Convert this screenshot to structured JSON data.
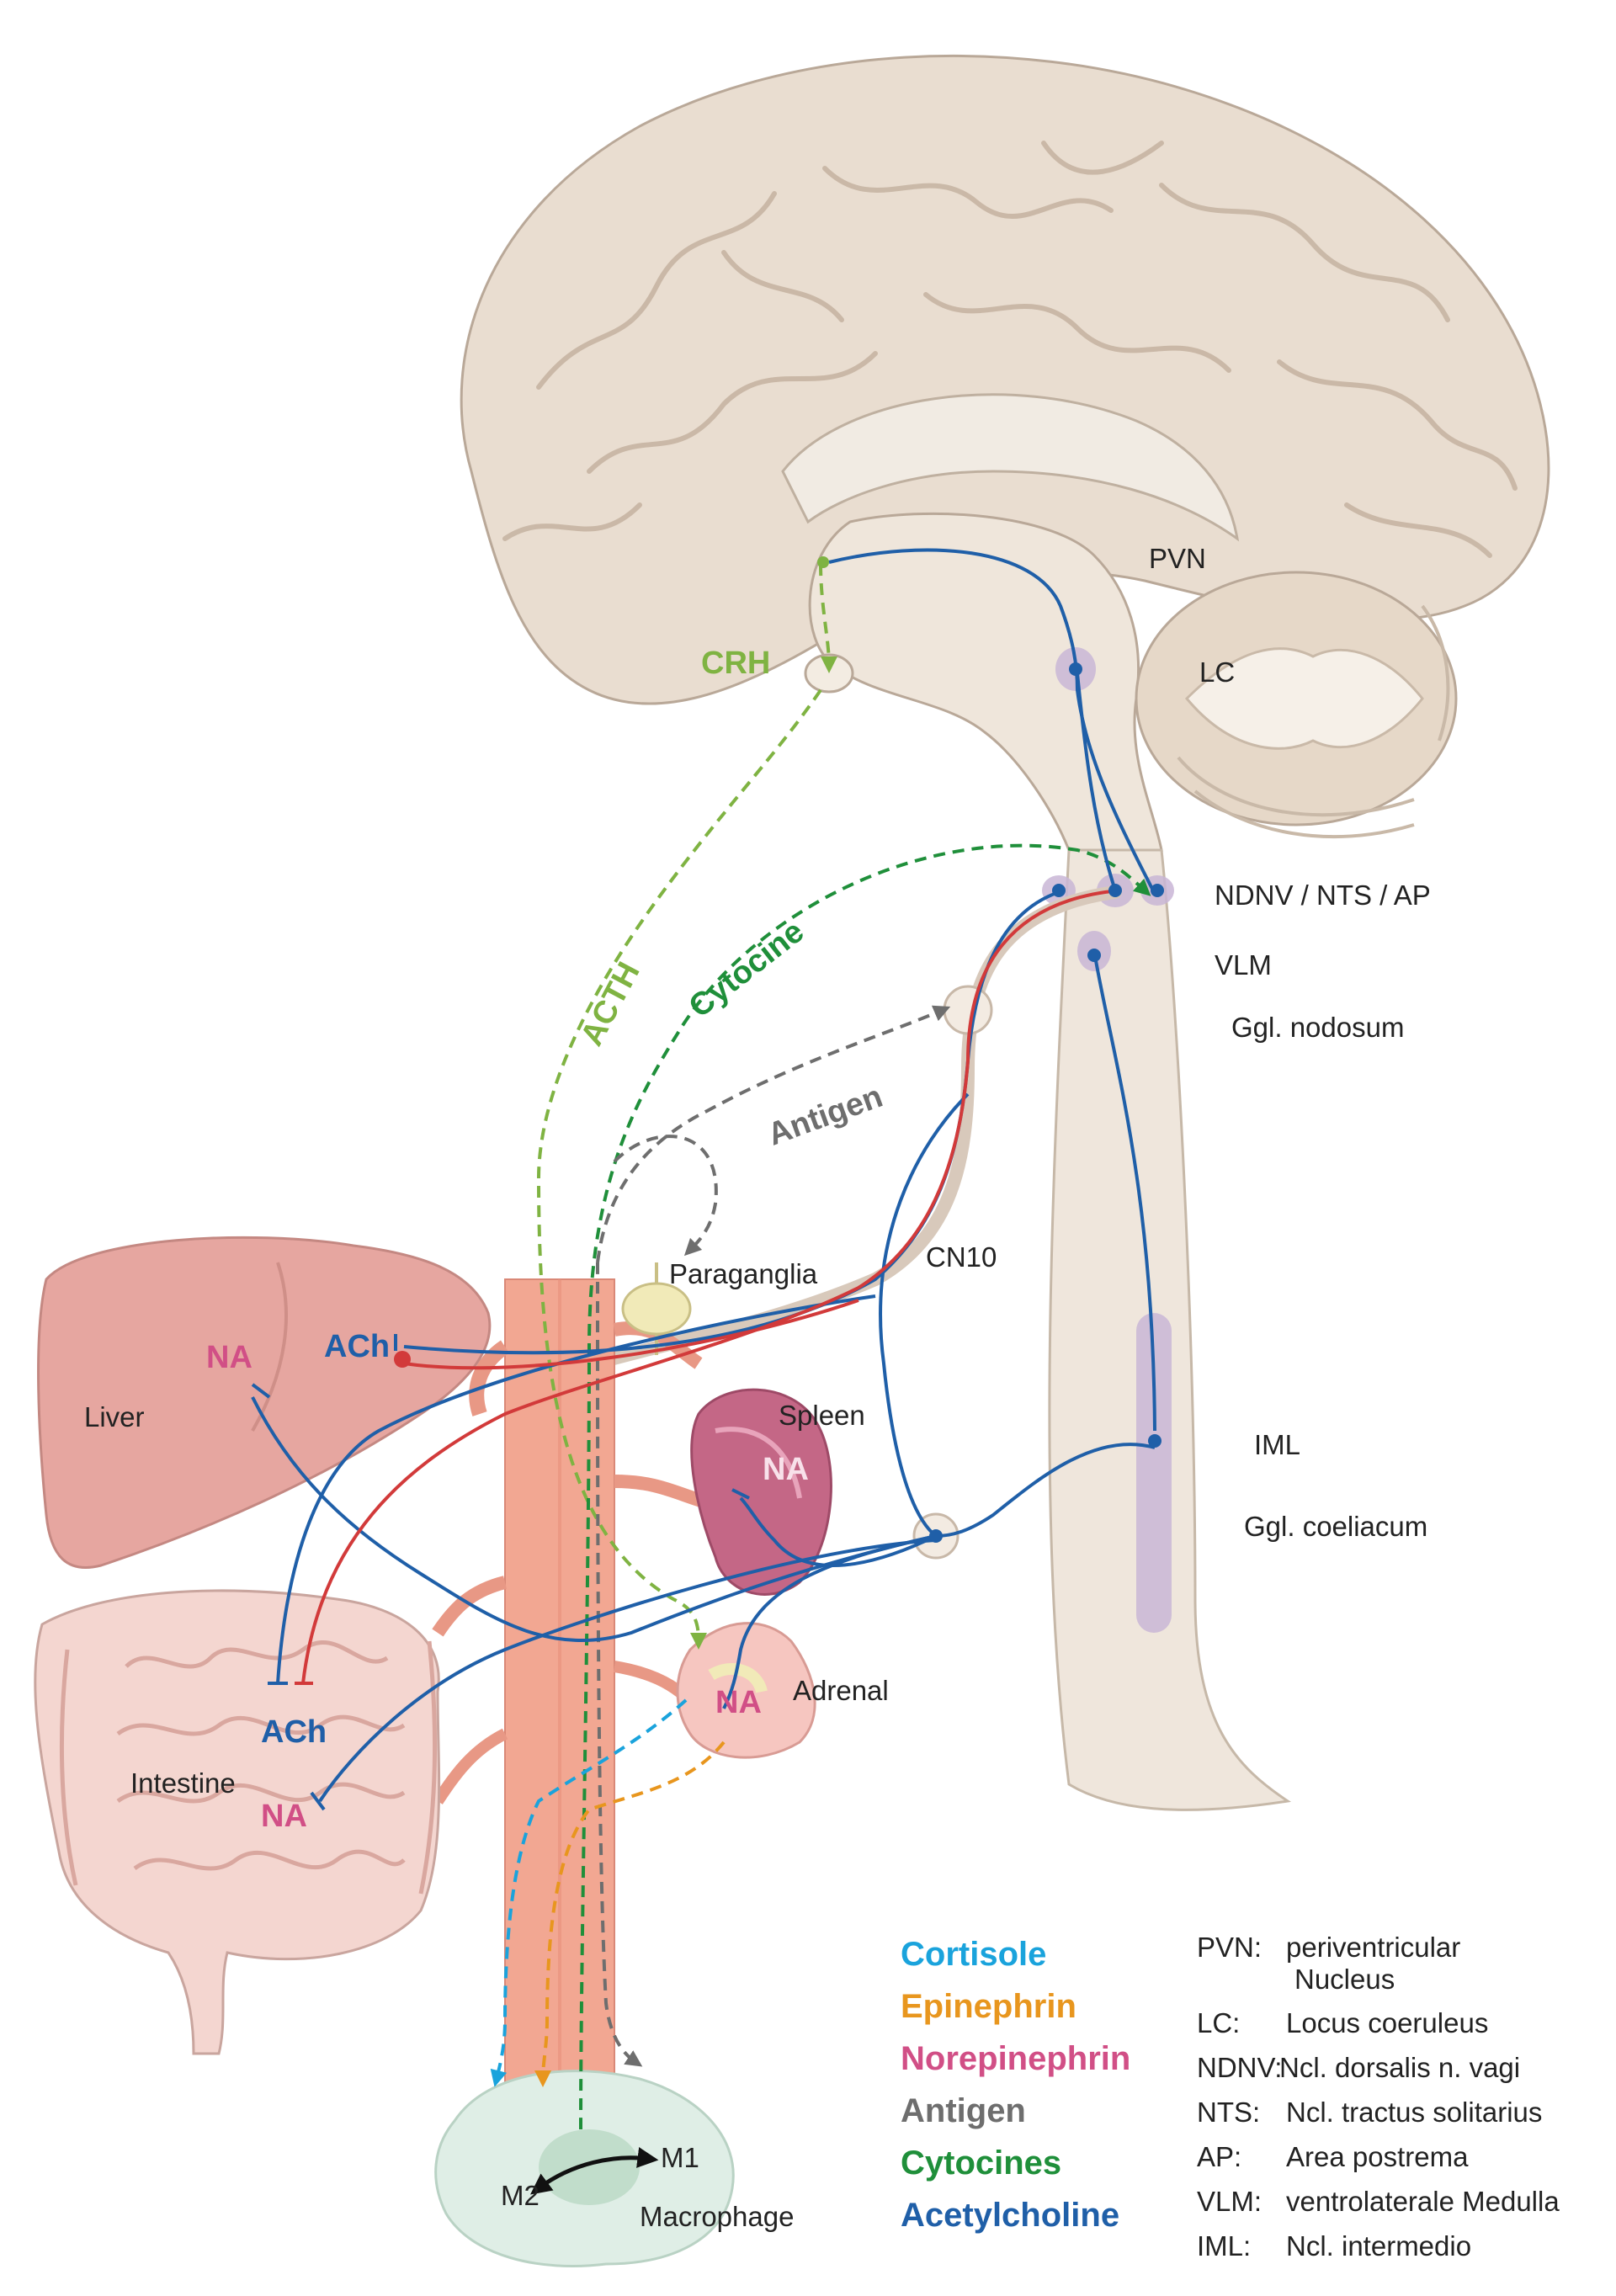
{
  "colors": {
    "cortisole": "#1aa3dc",
    "epinephrin": "#e8961e",
    "norepinephrin": "#d14f86",
    "antigen": "#6e6e6e",
    "cytocines": "#1f8f3a",
    "acetylcholine": "#1f5fa8",
    "crh": "#7fb342",
    "vagal_red": "#d23a3a",
    "brain": "#e9ddd0",
    "organ_pink": "#e6a6a0",
    "aorta": "#f2a792"
  },
  "brain": {
    "pvn": "PVN",
    "lc": "LC",
    "crh": "CRH",
    "acth": "ACTH",
    "cytocine": "Cytocine",
    "antigen": "Antigen",
    "ndnv": "NDNV / NTS / AP",
    "vlm": "VLM",
    "ggl_nodosum": "Ggl. nodosum",
    "cn10": "CN10",
    "iml": "IML",
    "ggl_coeliacum": "Ggl. coeliacum",
    "paraganglia": "Paraganglia"
  },
  "organs": {
    "liver": "Liver",
    "liver_na": "NA",
    "liver_ach": "ACh",
    "spleen": "Spleen",
    "spleen_na": "NA",
    "adrenal": "Adrenal",
    "adrenal_na": "NA",
    "intestine": "Intestine",
    "intestine_ach": "ACh",
    "intestine_na": "NA"
  },
  "macrophage": {
    "label": "Macrophage",
    "m1": "M1",
    "m2": "M2"
  },
  "legend": [
    {
      "label": "Cortisole",
      "color": "#1aa3dc"
    },
    {
      "label": "Epinephrin",
      "color": "#e8961e"
    },
    {
      "label": "Norepinephrin",
      "color": "#d14f86"
    },
    {
      "label": "Antigen",
      "color": "#6e6e6e"
    },
    {
      "label": "Cytocines",
      "color": "#1f8f3a"
    },
    {
      "label": "Acetylcholine",
      "color": "#1f5fa8"
    }
  ],
  "abbreviations": [
    {
      "abbr": "PVN:",
      "text": "periventricular",
      "text2": "Nucleus"
    },
    {
      "abbr": "LC:",
      "text": "Locus coeruleus"
    },
    {
      "abbr": "NDNV:",
      "text": "Ncl. dorsalis n. vagi"
    },
    {
      "abbr": "NTS:",
      "text": "Ncl. tractus solitarius"
    },
    {
      "abbr": "AP:",
      "text": "Area postrema"
    },
    {
      "abbr": "VLM:",
      "text": "ventrolaterale Medulla"
    },
    {
      "abbr": "IML:",
      "text": "Ncl. intermedio"
    }
  ]
}
